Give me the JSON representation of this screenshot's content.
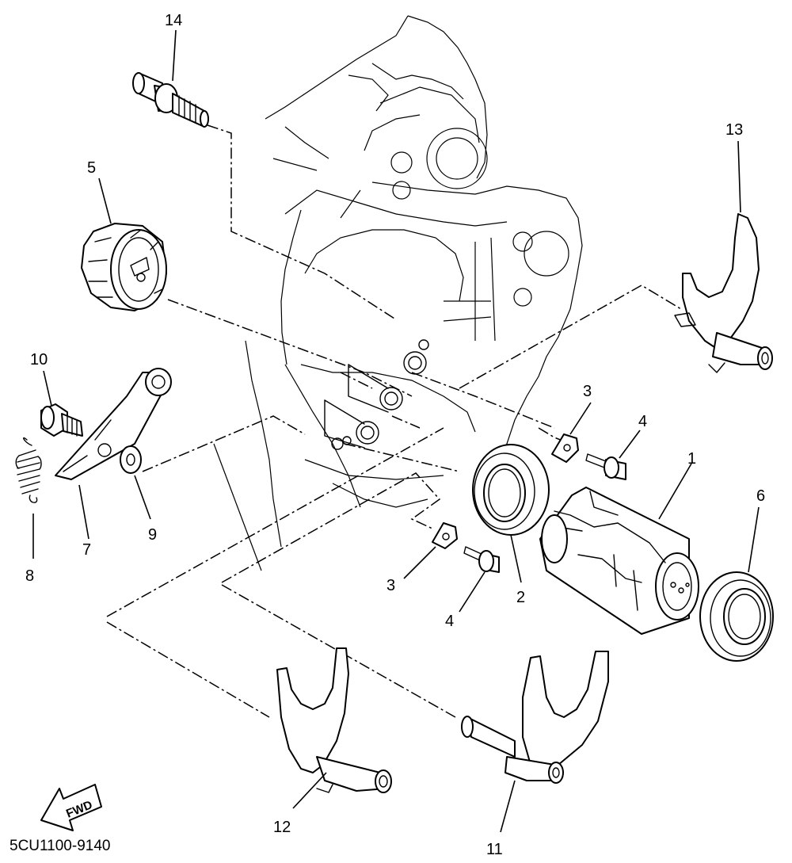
{
  "diagram": {
    "part_numbers": {
      "n1": "1",
      "n2": "2",
      "n3a": "3",
      "n3b": "3",
      "n4a": "4",
      "n4b": "4",
      "n5": "5",
      "n6": "6",
      "n7": "7",
      "n8": "8",
      "n9": "9",
      "n10": "10",
      "n11": "11",
      "n12": "12",
      "n13": "13",
      "n14": "14"
    },
    "direction_label": "FWD",
    "drawing_code": "5CU1100-9140"
  }
}
